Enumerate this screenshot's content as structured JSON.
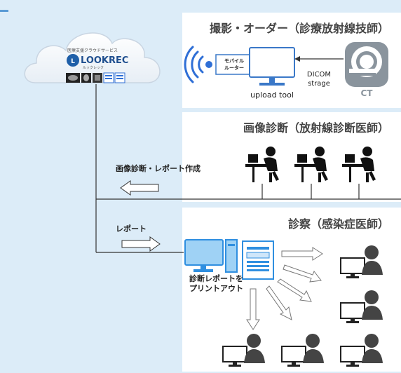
{
  "cloud": {
    "small_caption": "医療支援クラウドサービス",
    "logo_text": "LOOKREC",
    "logo_ruby": "ルックレック"
  },
  "sections": {
    "capture": {
      "title": "撮影・オーダー（診療放射線技師）"
    },
    "diagnosis": {
      "title": "画像診断（放射線診断医師）"
    },
    "consult": {
      "title": "診察（感染症医師）"
    }
  },
  "devices": {
    "router_label_line1": "モバイル",
    "router_label_line2": "ルーター",
    "upload_tool": "upload tool",
    "dicom_line1": "DICOM",
    "dicom_line2": "strage",
    "ct": "CT"
  },
  "flows": {
    "report_creation": "画像診断・レポート作成",
    "report": "レポート",
    "print_line1": "診断レポートを",
    "print_line2": "プリントアウト"
  },
  "colors": {
    "background": "#dcecf8",
    "panel": "#ffffff",
    "accent_blue": "#2f6fd6",
    "ct_gray": "#7f8a94"
  }
}
